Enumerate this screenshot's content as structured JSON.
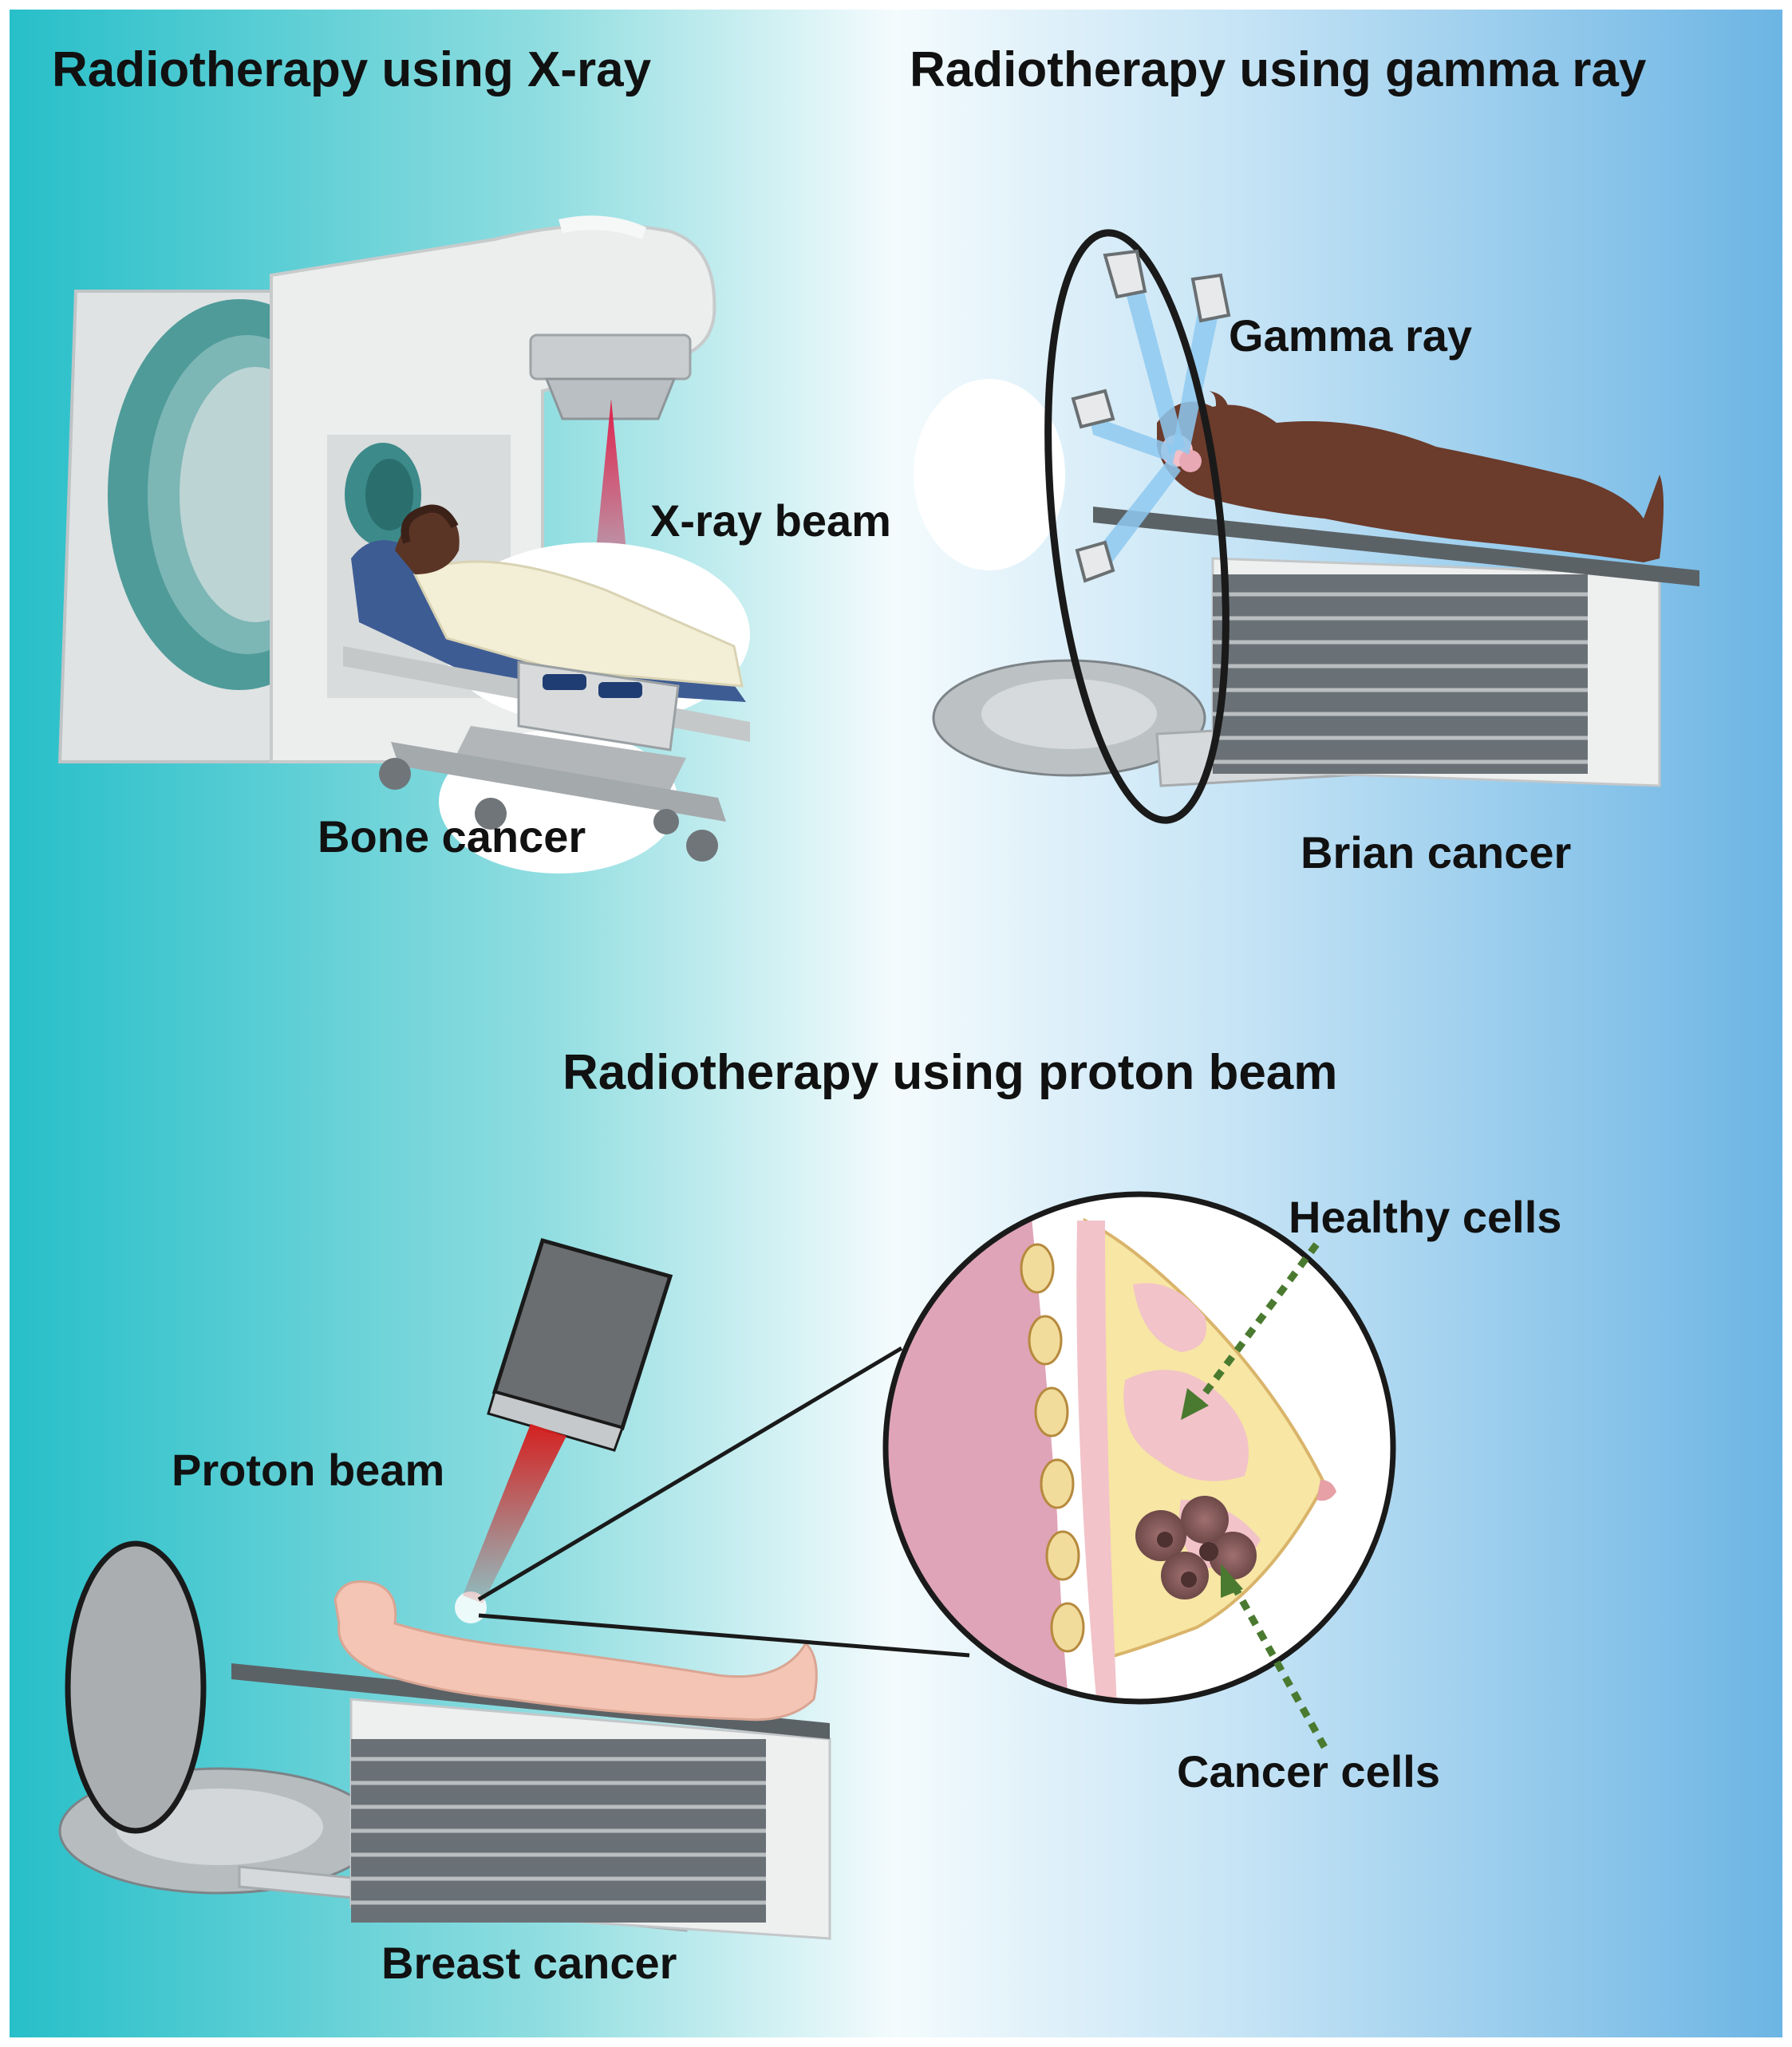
{
  "titles": {
    "xray": "Radiotherapy using X-ray",
    "gamma": "Radiotherapy using gamma ray",
    "proton": "Radiotherapy using proton beam"
  },
  "labels": {
    "xray_beam": "X-ray beam",
    "bone_cancer": "Bone cancer",
    "gamma_ray": "Gamma ray",
    "brain_cancer": "Brian cancer",
    "proton_beam": "Proton beam",
    "breast_cancer": "Breast cancer",
    "healthy_cells": "Healthy cells",
    "cancer_cells": "Cancer cells"
  },
  "colors": {
    "bg_left": "#27bfc9",
    "bg_mid": "#f4fbfd",
    "bg_right": "#6cb5e4",
    "xray_beam": "#e0204a",
    "gamma_beam": "#8ec9f0",
    "proton_beam": "#d42020",
    "arrow": "#4a7a30"
  }
}
